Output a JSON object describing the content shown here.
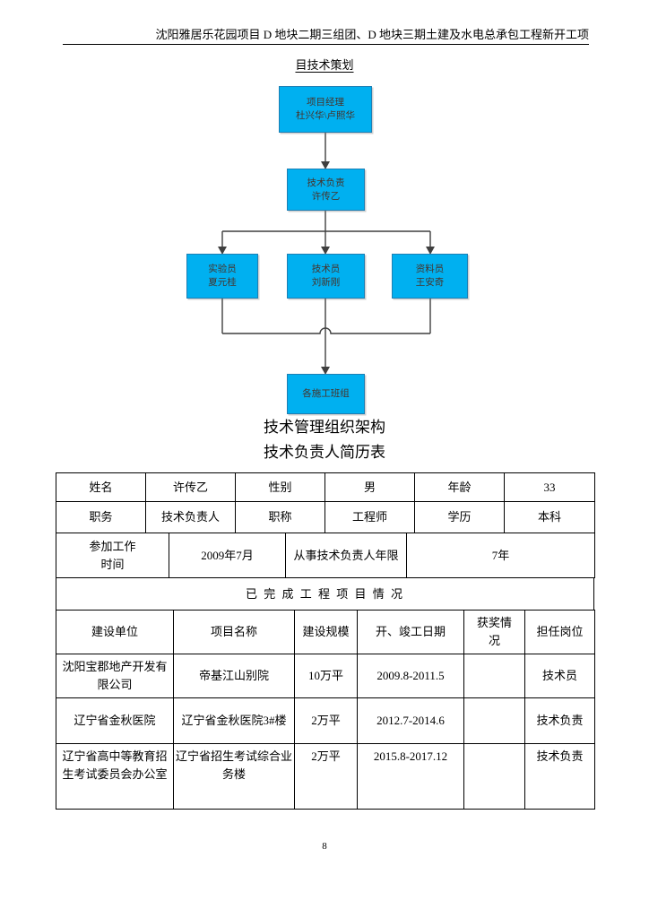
{
  "header": {
    "line1": "沈阳雅居乐花园项目 D 地块二期三组团、D 地块三期土建及水电总承包工程新开工项",
    "line2": "目技术策划"
  },
  "flowchart": {
    "caption": "技术管理组织架构",
    "box_fill": "#00B0F0",
    "connector_color": "#3f3f3f",
    "nodes": {
      "manager": {
        "role": "项目经理",
        "name": "杜兴华\\卢照华"
      },
      "tech_lead": {
        "role": "技术负责",
        "name": "许传乙"
      },
      "lab": {
        "role": "实验员",
        "name": "夏元桂"
      },
      "tech": {
        "role": "技术员",
        "name": "刘新刚"
      },
      "doc": {
        "role": "资料员",
        "name": "王安奇"
      },
      "crews": {
        "role": "各施工班组",
        "name": ""
      }
    }
  },
  "table": {
    "title": "技术负责人简历表",
    "r1": [
      "姓名",
      "许传乙",
      "性别",
      "男",
      "年龄",
      "33"
    ],
    "r2": [
      "职务",
      "技术负责人",
      "职称",
      "工程师",
      "学历",
      "本科"
    ],
    "r3": [
      "参加工作\n时间",
      "2009年7月",
      "从事技术负责人年限",
      "7年"
    ],
    "section": "已 完 成 工 程 项 目 情 况",
    "head": [
      "建设单位",
      "项目名称",
      "建设规模",
      "开、竣工日期",
      "获奖情\n况",
      "担任岗位"
    ],
    "projects": [
      [
        "沈阳宝郡地产开发有限公司",
        "帝基江山别院",
        "10万平",
        "2009.8-2011.5",
        "",
        "技术员"
      ],
      [
        "辽宁省金秋医院",
        "辽宁省金秋医院3#楼",
        "2万平",
        "2012.7-2014.6",
        "",
        "技术负责"
      ],
      [
        "辽宁省高中等教育招生考试委员会办公室",
        "辽宁省招生考试综合业务楼",
        "2万平",
        "2015.8-2017.12",
        "",
        "技术负责"
      ]
    ]
  },
  "footer": {
    "page_number": "8"
  }
}
